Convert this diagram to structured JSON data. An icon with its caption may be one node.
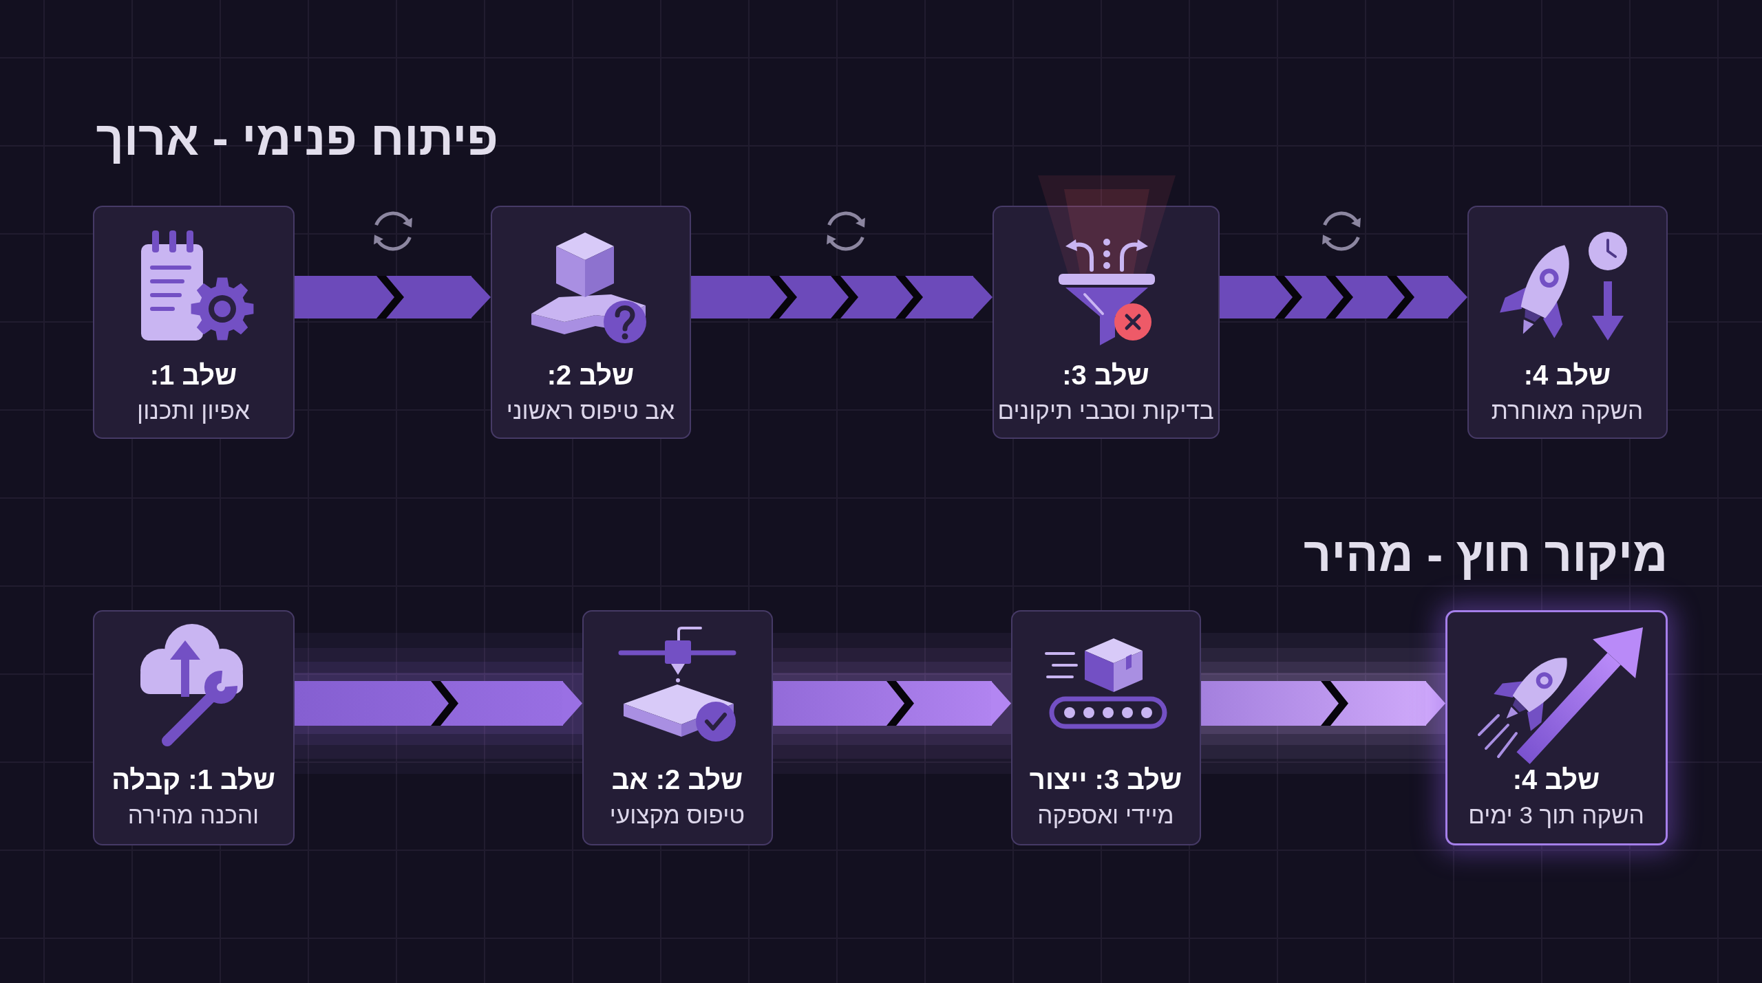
{
  "diagram": {
    "nodes": [
      {
        "text": [
          "שלב 1:",
          "אפיון ותכנון"
        ]
      },
      {
        "text": [
          "שלב 2:",
          "אב טיפוס ראשוני"
        ]
      },
      {
        "text": [
          "שלב 3:",
          "בדיקות וסבבי תיקונים"
        ]
      },
      {
        "text": [
          "שלב 4:",
          "השקה מאוחרת"
        ]
      },
      {
        "text": [
          "שלב 1: קבלה",
          "והכנה מהירה"
        ]
      },
      {
        "text": [
          "שלב 2: אב",
          "טיפוס מקצועי"
        ]
      },
      {
        "text": [
          "שלב 3: ייצור",
          "מיידי ואספקה"
        ]
      },
      {
        "text": [
          "שלב 4:",
          "השקה תוך 3 ימים"
        ]
      }
    ],
    "edges": [
      {
        "from": 0,
        "to": 1,
        "arrow": "to"
      },
      {
        "from": 1,
        "to": 2,
        "arrow": "to"
      },
      {
        "from": 2,
        "to": 3,
        "arrow": "to"
      },
      {
        "from": 4,
        "to": 5,
        "arrow": "to",
        "color": "#9a70e4"
      },
      {
        "from": 5,
        "to": 6,
        "arrow": "to",
        "color": "#b386f2"
      },
      {
        "from": 6,
        "to": 7,
        "arrow": "to",
        "color": "#d2acfc"
      }
    ],
    "labels": [
      "פיתוח פנימי - ארוך",
      "מיקור חוץ - מהיר"
    ]
  }
}
